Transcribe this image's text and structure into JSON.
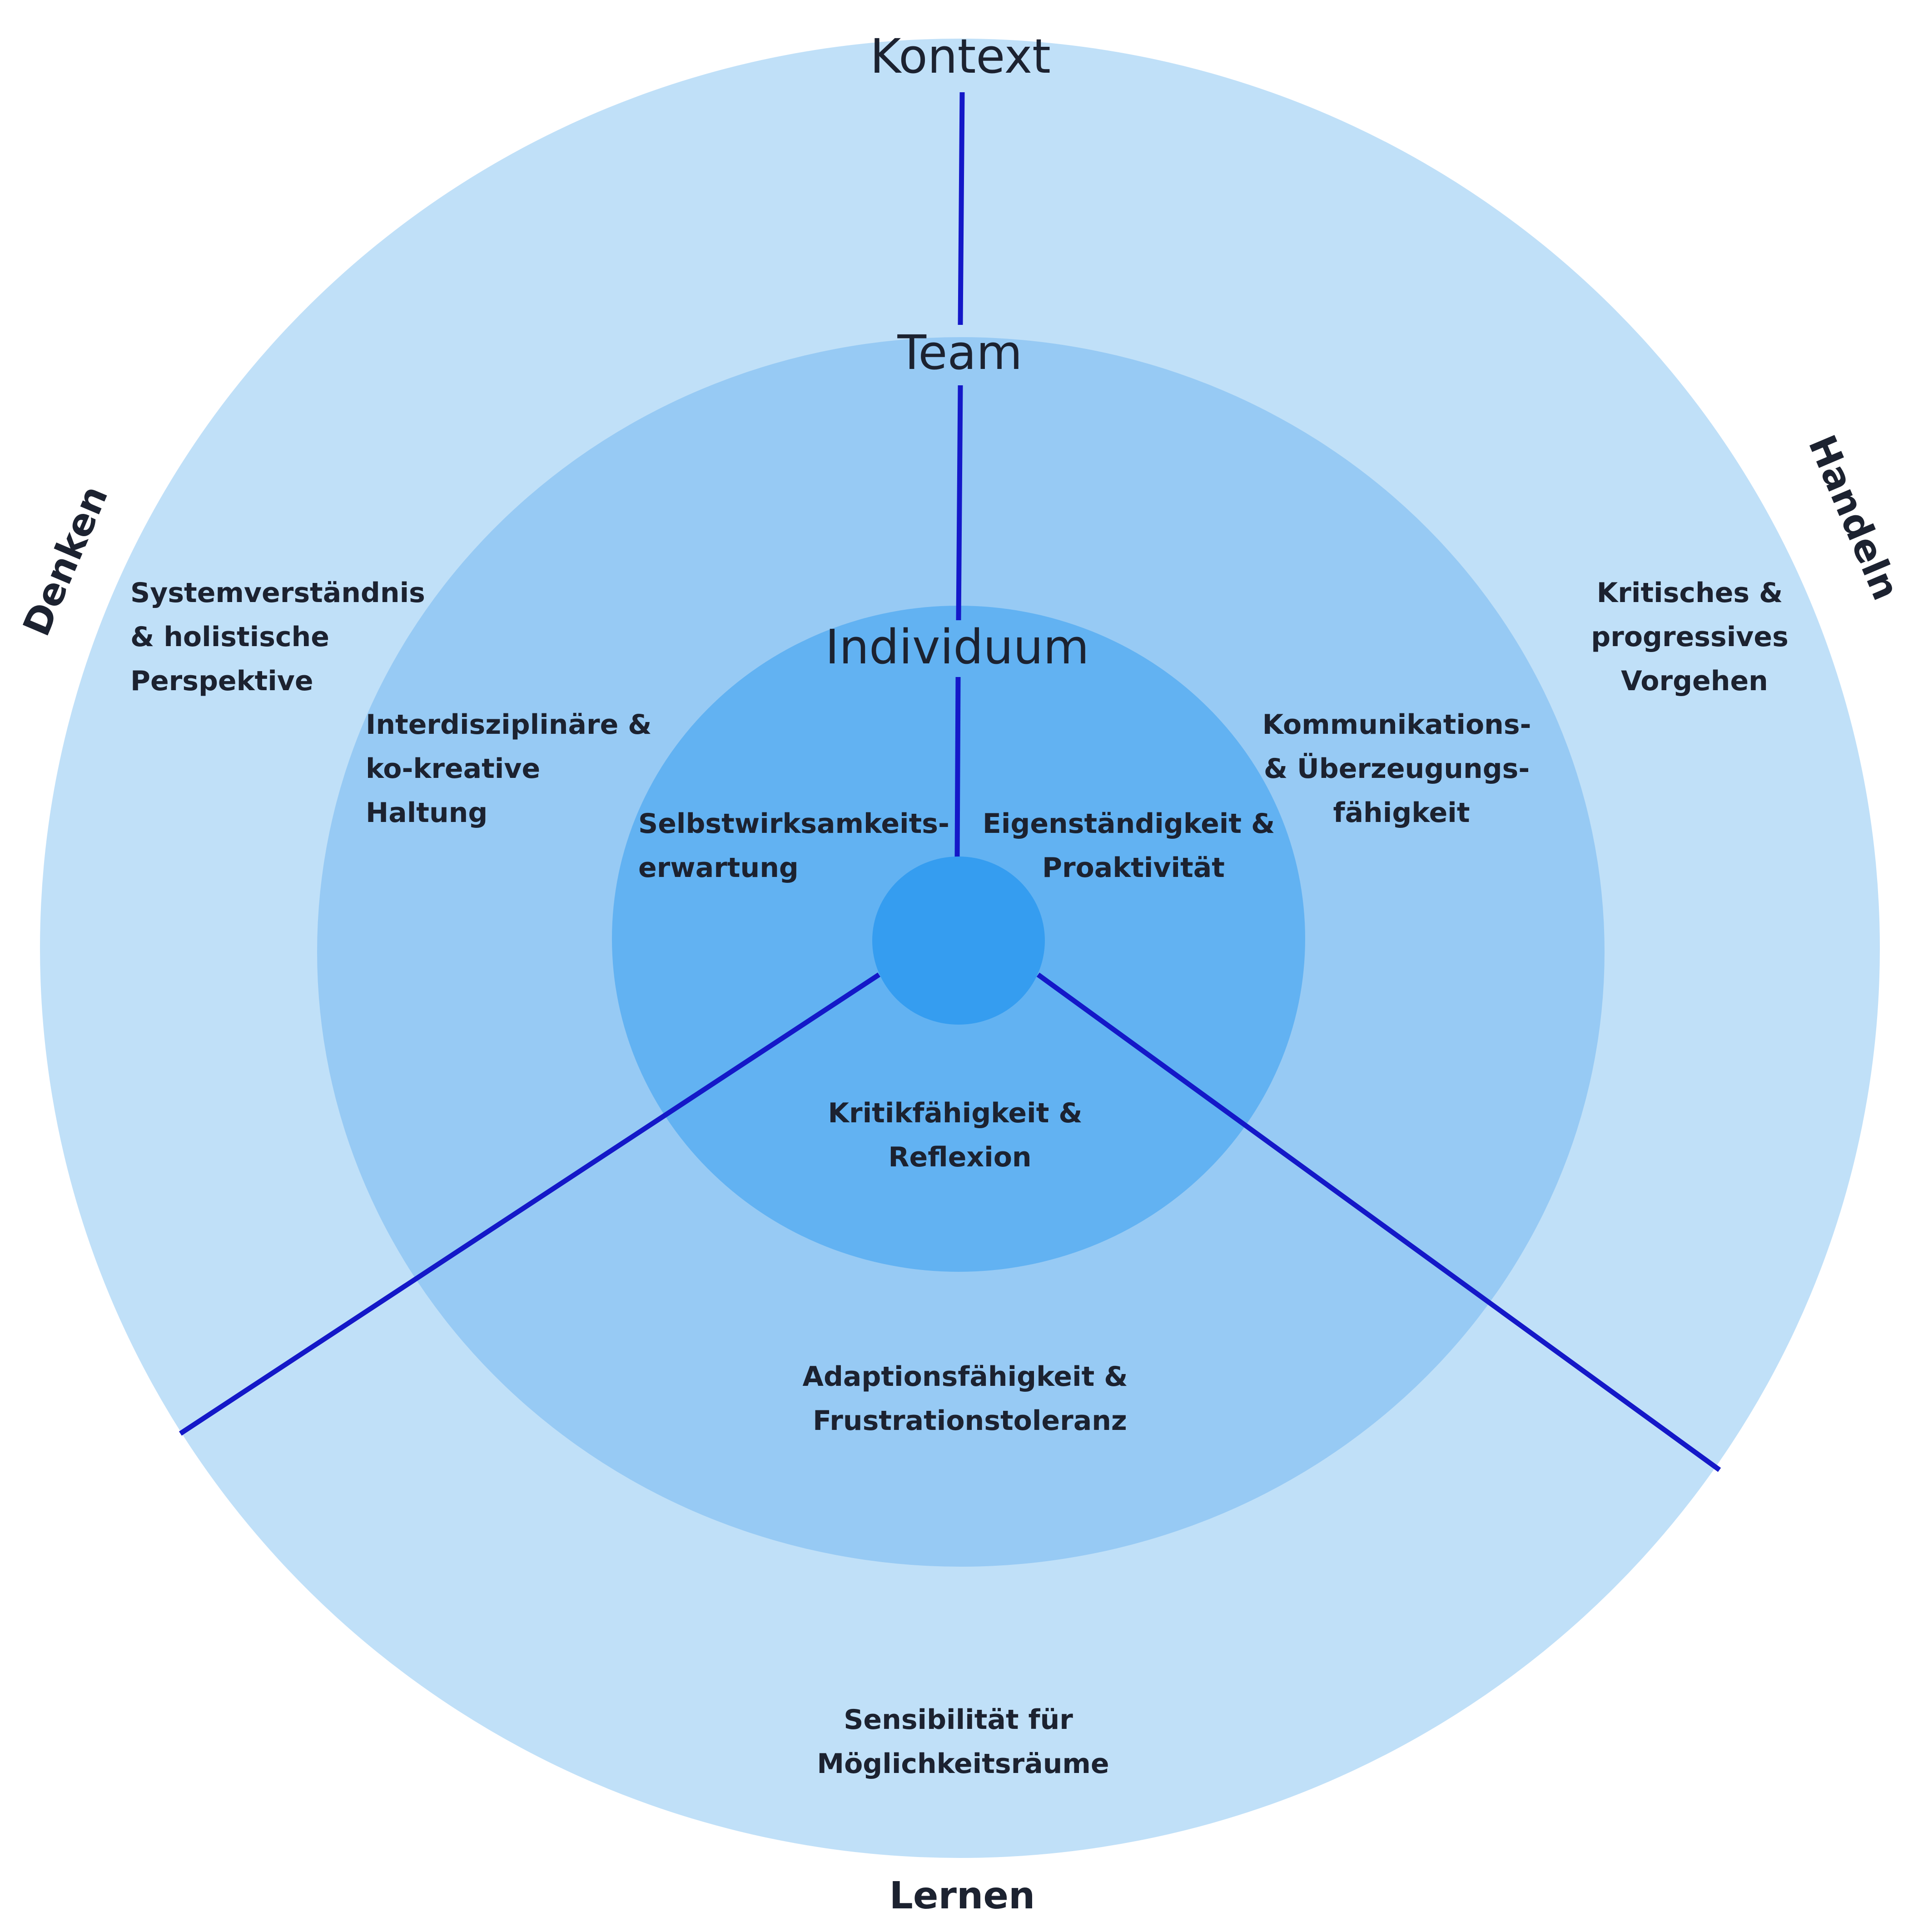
{
  "colors": {
    "outer_ring": "#c0e0f8",
    "middle_ring": "#97caf4",
    "inner_ring": "#62b2f2",
    "core": "#359df0",
    "divider_lines": "#1418c8",
    "text": "#1c2230"
  },
  "rings": {
    "kontext": "Kontext",
    "team": "Team",
    "individuum": "Individuum"
  },
  "dimensions": {
    "denken": "Denken",
    "handeln": "Handeln",
    "lernen": "Lernen"
  },
  "competencies": {
    "systemverstaendnis": [
      "Systemverständnis",
      "& holistische",
      "Perspektive"
    ],
    "kritisches_vorgehen": [
      "Kritisches &",
      "progressives",
      "Vorgehen"
    ],
    "interdisziplinaer": [
      "Interdisziplinäre &",
      "ko-kreative",
      "Haltung"
    ],
    "kommunikation": [
      "Kommunikations-",
      "& Überzeugungs-",
      "fähigkeit"
    ],
    "selbstwirksamkeit": [
      "Selbstwirksamkeits-",
      "erwartung"
    ],
    "eigenstaendigkeit": [
      "Eigenständigkeit &",
      "Proaktivität"
    ],
    "kritikfaehigkeit": [
      "Kritikfähigkeit &",
      "Reflexion"
    ],
    "adaptionsfaehigkeit": [
      "Adaptionsfähigkeit &",
      "Frustrationstoleranz"
    ],
    "sensibilitaet": [
      "Sensibilität für",
      "Möglichkeitsräume"
    ]
  }
}
